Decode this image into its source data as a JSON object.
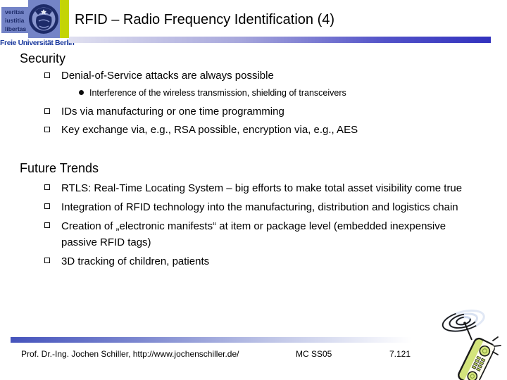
{
  "slide": {
    "logo": {
      "motto_line1": "veritas",
      "motto_line2": "iustitia",
      "motto_line3": "libertas",
      "institution": "Freie Universität Berlin"
    },
    "title": "RFID – Radio Frequency Identification (4)",
    "sections": {
      "security": {
        "heading": "Security",
        "bullet1": "Denial-of-Service attacks are always possible",
        "sub_bullet1": "Interference of the wireless transmission, shielding of transceivers",
        "bullet2": "IDs via manufacturing or one time programming",
        "bullet3": "Key exchange via, e.g., RSA possible, encryption via, e.g., AES"
      },
      "future_trends": {
        "heading": "Future Trends",
        "bullet1": "RTLS: Real-Time Locating System – big efforts to make total asset visibility come true",
        "bullet2": "Integration of RFID technology into the manufacturing, distribution and logistics chain",
        "bullet3": "Creation of „electronic manifests“ at item or package level (embedded inexpensive passive RFID tags)",
        "bullet4": "3D tracking of children, patients"
      }
    },
    "footer": {
      "author": "Prof. Dr.-Ing. Jochen Schiller, http://www.jochenschiller.de/",
      "course": "MC SS05",
      "page": "7.121"
    },
    "colors": {
      "accent_bar_dark": "#3232be",
      "logo_blue": "#7484c7",
      "logo_green": "#c3d405",
      "logo_navy": "#1d2b69",
      "phone_green": "#d3e47c"
    },
    "icons": {
      "seal": "fu-berlin-seal",
      "phone": "mobile-phone-with-radio-waves"
    }
  }
}
